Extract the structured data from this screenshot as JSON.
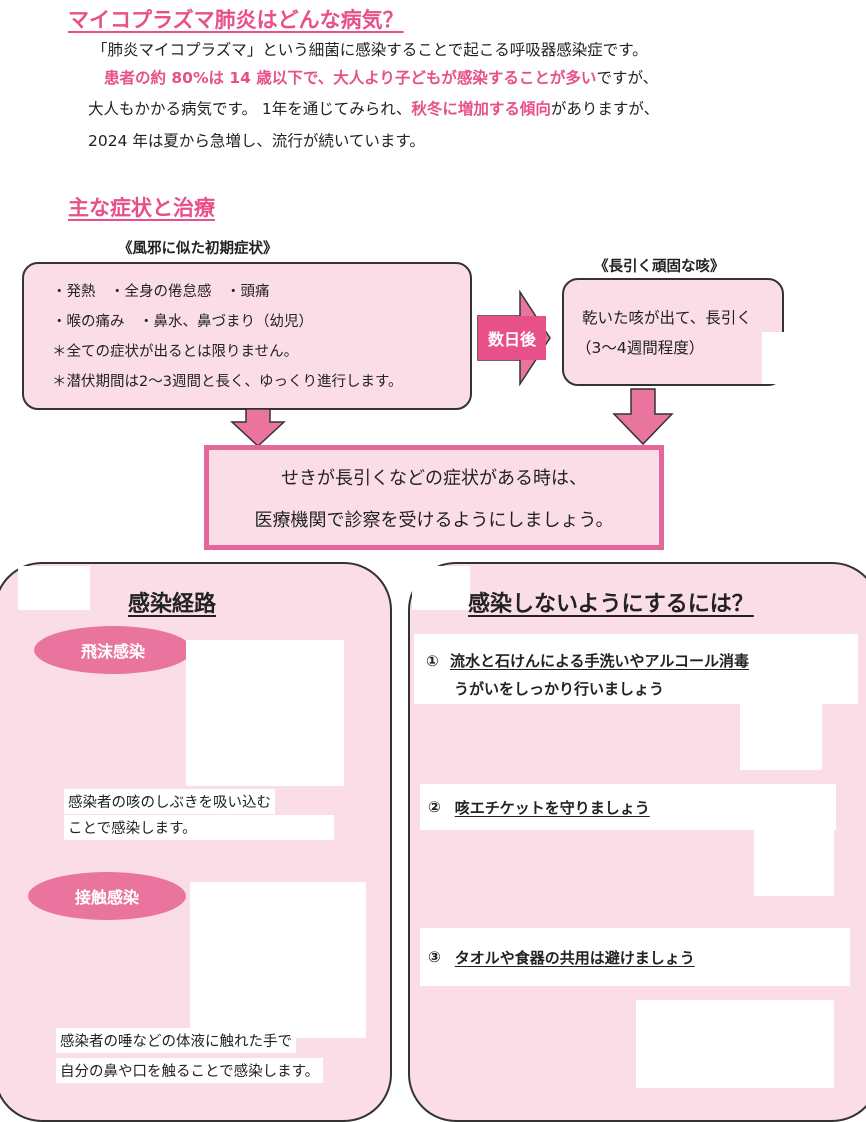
{
  "intro": {
    "title": "マイコプラズマ肺炎はどんな病気？",
    "line1": "「肺炎マイコプラズマ」という細菌に感染することで起こる呼吸器感染症です。",
    "line2_hl": "患者の約 80%は 14 歳以下で、大人より子どもが感染することが多い",
    "line2_tail": "ですが、",
    "line3_a": "大人もかかる病気です。 1年を通じてみられ、",
    "line3_hl": "秋冬に増加する傾向",
    "line3_b": "がありますが、",
    "line4": "2024 年は夏から急増し、流行が続いています。"
  },
  "symptoms": {
    "title": "主な症状と治療",
    "early_caption": "《風邪に似た初期症状》",
    "early_lines": [
      "・発熱　・全身の倦怠感　・頭痛",
      "・喉の痛み　・鼻水、鼻づまり（幼児）",
      "＊全ての症状が出るとは限りません。",
      "＊潜伏期間は2～3週間と長く、ゆっくり進行します。"
    ],
    "after_label": "数日後",
    "late_caption": "《長引く頑固な咳》",
    "late_lines": [
      "乾いた咳が出て、長引く",
      "（3～4週間程度）"
    ],
    "notice_lines": [
      "せきが長引くなどの症状がある時は、",
      "医療機関で診察を受けるようにしましょう。"
    ]
  },
  "routes": {
    "title": "感染経路",
    "droplet_label": "飛沫感染",
    "droplet_text": [
      "感染者の咳のしぶきを吸い込む",
      "ことで感染します。"
    ],
    "contact_label": "接触感染",
    "contact_text": [
      "感染者の唾などの体液に触れた手で",
      "自分の鼻や口を触ることで感染します。"
    ]
  },
  "prevention": {
    "title": "感染しないようにするには？",
    "step1_num": "①",
    "step1_main": "流水と石けんによる手洗いやアルコール消毒",
    "step1_sub": "うがいをしっかり行いましょう",
    "step2_num": "②",
    "step2_main": "咳エチケットを守りましょう",
    "step3_num": "③",
    "step3_main": "タオルや食器の共用は避けましょう"
  },
  "colors": {
    "accent": "#e8508a",
    "panel": "#fbdde7",
    "pill": "#e9759f"
  }
}
